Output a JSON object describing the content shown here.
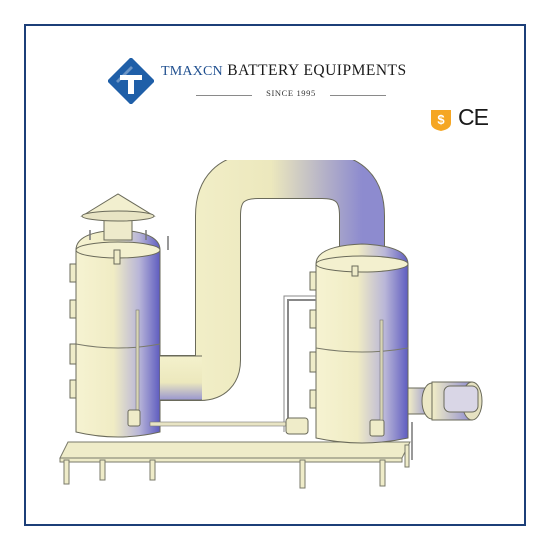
{
  "brand": {
    "name_prefix": "TMAXCN",
    "name_rest": "BATTERY EQUIPMENTS",
    "tagline": "SINCE 1995"
  },
  "badges": {
    "supplier_icon": "dollar-shield-icon",
    "certification": "CE"
  },
  "colors": {
    "frame_border": "#1c3f78",
    "logo_blue": "#1f5fa8",
    "badge_orange": "#f5a623",
    "equipment_fill": "#f2eec6",
    "equipment_shade": "#6f6ec8"
  },
  "image": {
    "subject": "wet scrubber tower equipment illustration"
  }
}
